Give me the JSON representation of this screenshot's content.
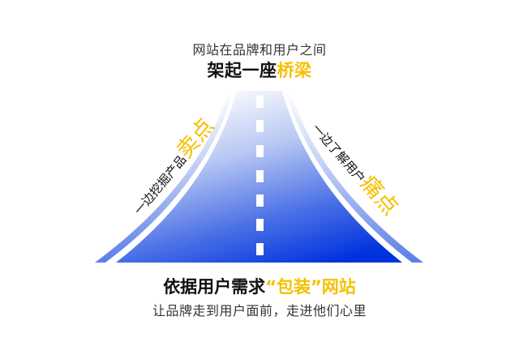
{
  "top": {
    "intro": "网站在品牌和用户之间",
    "headline_plain": "架起一座",
    "headline_accent": "桥梁"
  },
  "left_side": {
    "plain": "一边挖掘产品",
    "accent": "卖点"
  },
  "right_side": {
    "plain": "一边了解用户",
    "accent": "痛点"
  },
  "bottom": {
    "headline_plain": "依据用户需求",
    "headline_accent": "“包装”网站",
    "subtitle": "让品牌走到用户面前，走进他们心里"
  },
  "colors": {
    "accent": "#f5c000",
    "road_dark": "#0033dd",
    "road_light": "#ffffff",
    "edge_strip": "#5b7ee8"
  },
  "road": {
    "icon": "road-icon",
    "lane_dash_count": 7
  }
}
